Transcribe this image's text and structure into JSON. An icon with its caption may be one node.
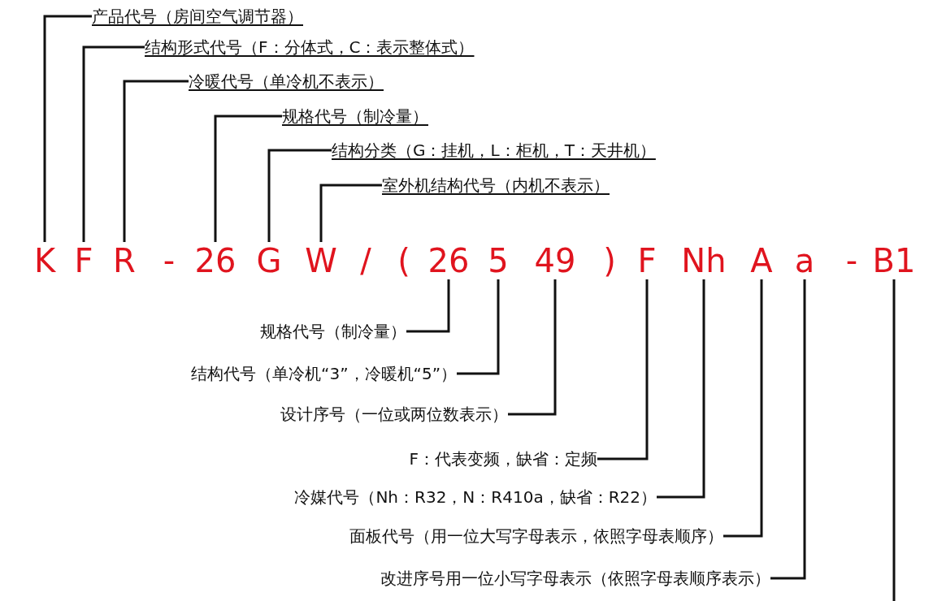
{
  "diagram": {
    "nodes": [
      {
        "text": [
          "产品代号（房间空气调节器）"
        ]
      },
      {
        "text": [
          "结构形式代号（F：分体式，C：表示整体式）"
        ]
      },
      {
        "text": [
          "冷暖代号（单冷机不表示）"
        ]
      },
      {
        "text": [
          "规格代号（制冷量）"
        ]
      },
      {
        "text": [
          "结构分类（G：挂机，L：柜机，T：天井机）"
        ]
      },
      {
        "text": [
          "室外机结构代号（内机不表示）"
        ]
      },
      {
        "text": [
          "K"
        ]
      },
      {
        "text": [
          "F"
        ]
      },
      {
        "text": [
          "R"
        ]
      },
      {
        "text": [
          "26"
        ]
      },
      {
        "text": [
          "G"
        ]
      },
      {
        "text": [
          "W"
        ]
      },
      {
        "text": [
          "26"
        ]
      },
      {
        "text": [
          "5"
        ]
      },
      {
        "text": [
          "49"
        ]
      },
      {
        "text": [
          "F"
        ]
      },
      {
        "text": [
          "Nh"
        ]
      },
      {
        "text": [
          "A"
        ]
      },
      {
        "text": [
          "a"
        ]
      },
      {
        "text": [
          "B1"
        ]
      },
      {
        "text": [
          "规格代号（制冷量）"
        ]
      },
      {
        "text": [
          "结构代号（单冷机“3”，冷暖机“5”）"
        ]
      },
      {
        "text": [
          "设计序号（一位或两位数表示）"
        ]
      },
      {
        "text": [
          "F：代表变频，缺省：定频"
        ]
      },
      {
        "text": [
          "冷媒代号（Nh：R32，N：R410a，缺省：R22）"
        ]
      },
      {
        "text": [
          "面板代号（用一位大写字母表示，依照字母表顺序）"
        ]
      },
      {
        "text": [
          "改进序号用一位小写字母表示（依照字母表顺序表示）"
        ]
      }
    ],
    "edges": [
      {
        "from": 0,
        "to": 6,
        "arrow": "none"
      },
      {
        "from": 1,
        "to": 7,
        "arrow": "none"
      },
      {
        "from": 2,
        "to": 8,
        "arrow": "none"
      },
      {
        "from": 3,
        "to": 9,
        "arrow": "none"
      },
      {
        "from": 4,
        "to": 10,
        "arrow": "none"
      },
      {
        "from": 5,
        "to": 11,
        "arrow": "none"
      },
      {
        "from": 20,
        "to": 12,
        "arrow": "none"
      },
      {
        "from": 21,
        "to": 13,
        "arrow": "none"
      },
      {
        "from": 22,
        "to": 14,
        "arrow": "none"
      },
      {
        "from": 23,
        "to": 15,
        "arrow": "none"
      },
      {
        "from": 24,
        "to": 16,
        "arrow": "none"
      },
      {
        "from": 25,
        "to": 17,
        "arrow": "none"
      },
      {
        "from": 26,
        "to": 18,
        "arrow": "none"
      },
      {
        "from": null,
        "to": 19,
        "arrow": "none"
      }
    ],
    "labels": [
      "-",
      "/",
      "(",
      ")",
      "-"
    ]
  }
}
